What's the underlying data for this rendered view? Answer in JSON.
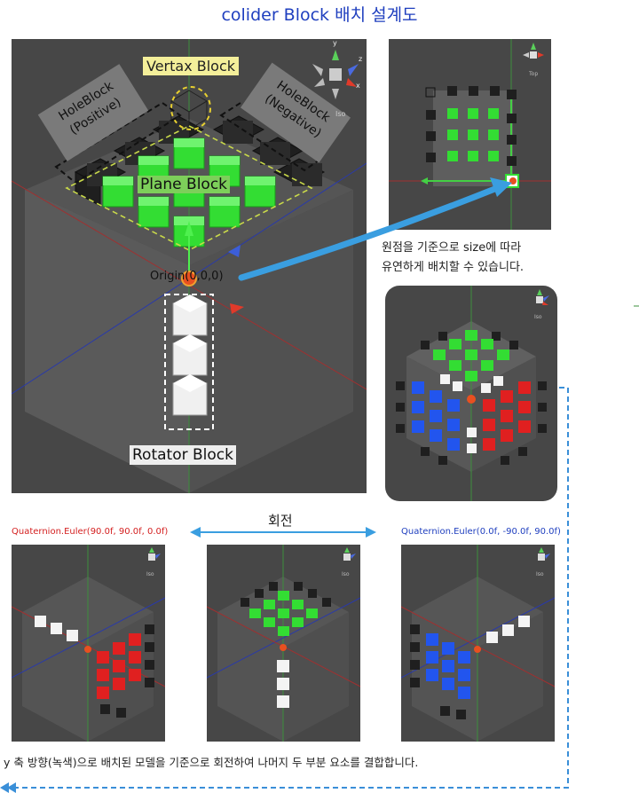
{
  "title": "colider Block 배치 설계도",
  "main": {
    "vertax": "Vertax Block",
    "hole_pos_1": "HoleBlock",
    "hole_pos_2": "(Positive)",
    "hole_neg_1": "HoleBlock",
    "hole_neg_2": "(Negative)",
    "plane": "Plane Block",
    "origin": "Origin(0,0,0)",
    "rotator": "Rotator Block",
    "view_label": "Iso",
    "gizmo_y": "y",
    "gizmo_z": "z",
    "gizmo_x": "x"
  },
  "top_view": {
    "label": "Top"
  },
  "notes": {
    "origin_line1": "원점을 기준으로 size에 따라",
    "origin_line2": "유연하게 배치할 수 있습니다.",
    "rotate": "회전",
    "bottom": "y 축 방향(녹색)으로 배치된 모델을 기준으로 회전하여 나머지 두 부분 요소를 결합합니다."
  },
  "captions": {
    "left": "Quaternion.Euler(90.0f, 90.0f, 0.0f)",
    "right": "Quaternion.Euler(0.0f, -90.0f, 90.0f)"
  },
  "small_views": {
    "label": "Iso"
  },
  "colors": {
    "green": "#33dd33",
    "red": "#e02020",
    "blue": "#2255ee",
    "arrow": "#3a9ee0",
    "dashed": "#3a8fd8"
  }
}
